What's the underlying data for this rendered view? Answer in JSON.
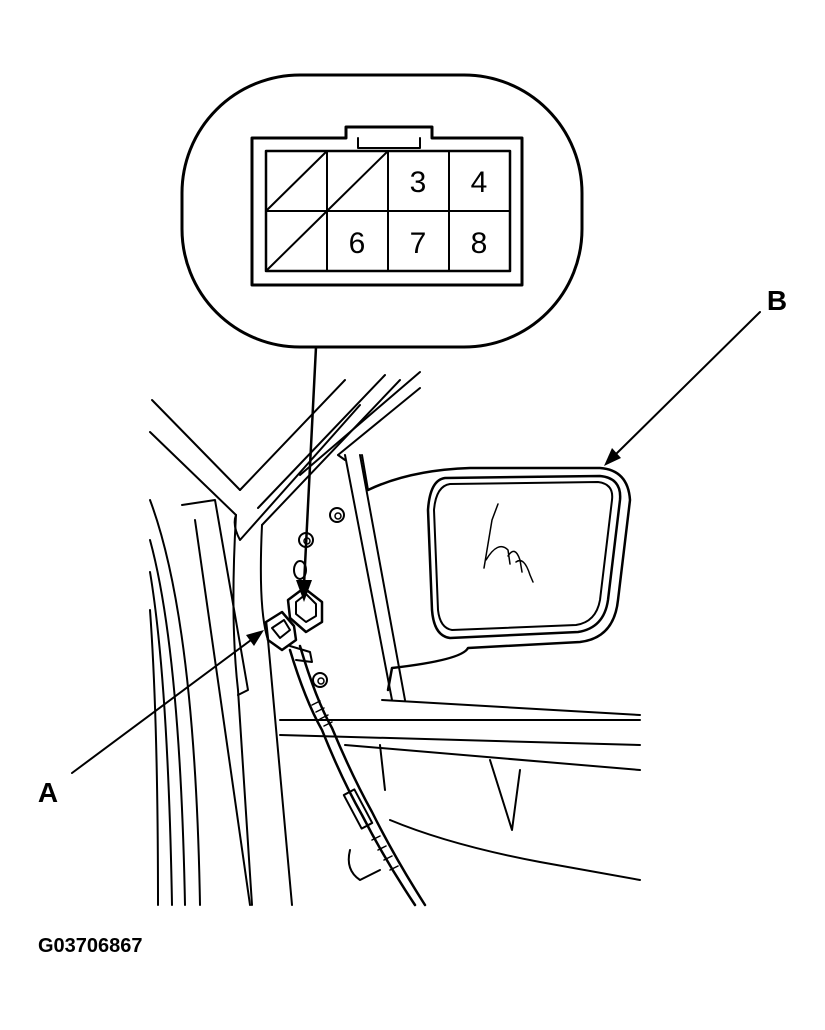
{
  "connector": {
    "pins": [
      {
        "label": "",
        "blank": true
      },
      {
        "label": "",
        "blank": true
      },
      {
        "label": "3",
        "blank": false
      },
      {
        "label": "4",
        "blank": false
      },
      {
        "label": "",
        "blank": true
      },
      {
        "label": "6",
        "blank": false
      },
      {
        "label": "7",
        "blank": false
      },
      {
        "label": "8",
        "blank": false
      }
    ]
  },
  "callouts": {
    "a": "A",
    "b": "B"
  },
  "figure_id": "G03706867"
}
